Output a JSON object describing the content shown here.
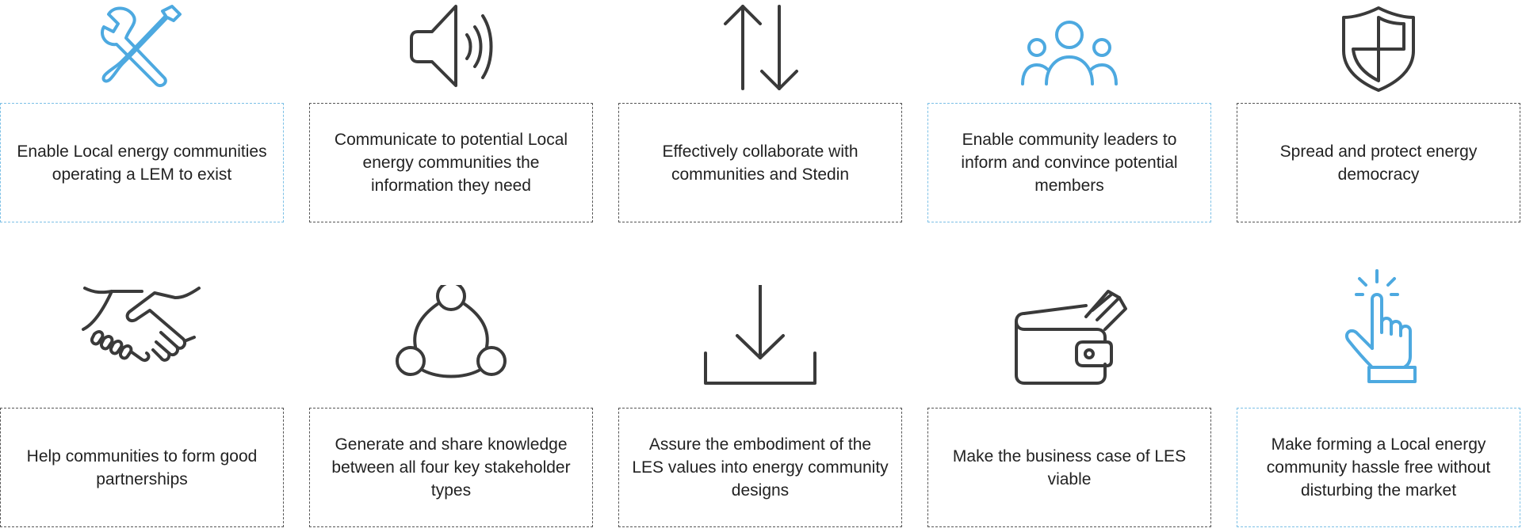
{
  "colors": {
    "dark": "#3a3a3a",
    "accent": "#4da9e0",
    "accent_border": "#7cc0e6",
    "text": "#222222"
  },
  "cards": [
    {
      "icon": "tools-icon",
      "accent": true,
      "text": "Enable Local energy communities operating a LEM to exist"
    },
    {
      "icon": "speaker-icon",
      "accent": false,
      "text": "Communicate to potential Local energy communities the information they need"
    },
    {
      "icon": "arrows-up-down-icon",
      "accent": false,
      "text": "Effectively collaborate with communities and Stedin"
    },
    {
      "icon": "people-icon",
      "accent": true,
      "text": "Enable community leaders to inform and convince potential members"
    },
    {
      "icon": "shield-icon",
      "accent": false,
      "text": "Spread and protect energy democracy"
    },
    {
      "icon": "handshake-icon",
      "accent": false,
      "text": "Help communities to form good partnerships"
    },
    {
      "icon": "network-icon",
      "accent": false,
      "text": "Generate and share knowledge between all four key stakeholder types"
    },
    {
      "icon": "download-icon",
      "accent": false,
      "text": "Assure the embodiment of the LES values into energy community designs"
    },
    {
      "icon": "wallet-icon",
      "accent": false,
      "text": "Make the business case of LES viable"
    },
    {
      "icon": "pointer-hand-icon",
      "accent": true,
      "text": "Make forming a Local energy community hassle free without disturbing the market"
    }
  ]
}
